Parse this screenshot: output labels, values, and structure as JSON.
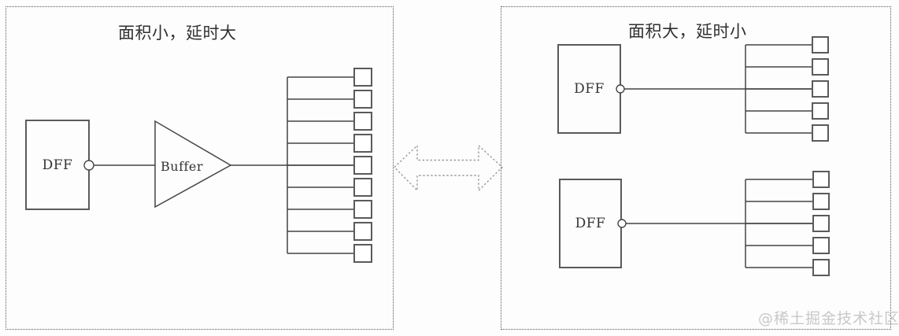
{
  "left_panel": {
    "title": "面积小，延时大",
    "dff_label": "DFF",
    "buffer_label": "Buffer",
    "load_count": 9
  },
  "right_panel": {
    "title": "面积大，延时小",
    "groups": [
      {
        "dff_label": "DFF",
        "load_count": 5
      },
      {
        "dff_label": "DFF",
        "load_count": 5
      }
    ]
  },
  "watermark": "@稀土掘金技术社区",
  "icons": {
    "exchange_arrow": "double-headed-arrow-icon"
  },
  "colors": {
    "line": "#454545",
    "box_border": "#5a5a5a",
    "panel_border": "#555555",
    "arrow": "#9b9b9b",
    "watermark": "#c8c8c8",
    "title_text": "#2f2f2f"
  }
}
